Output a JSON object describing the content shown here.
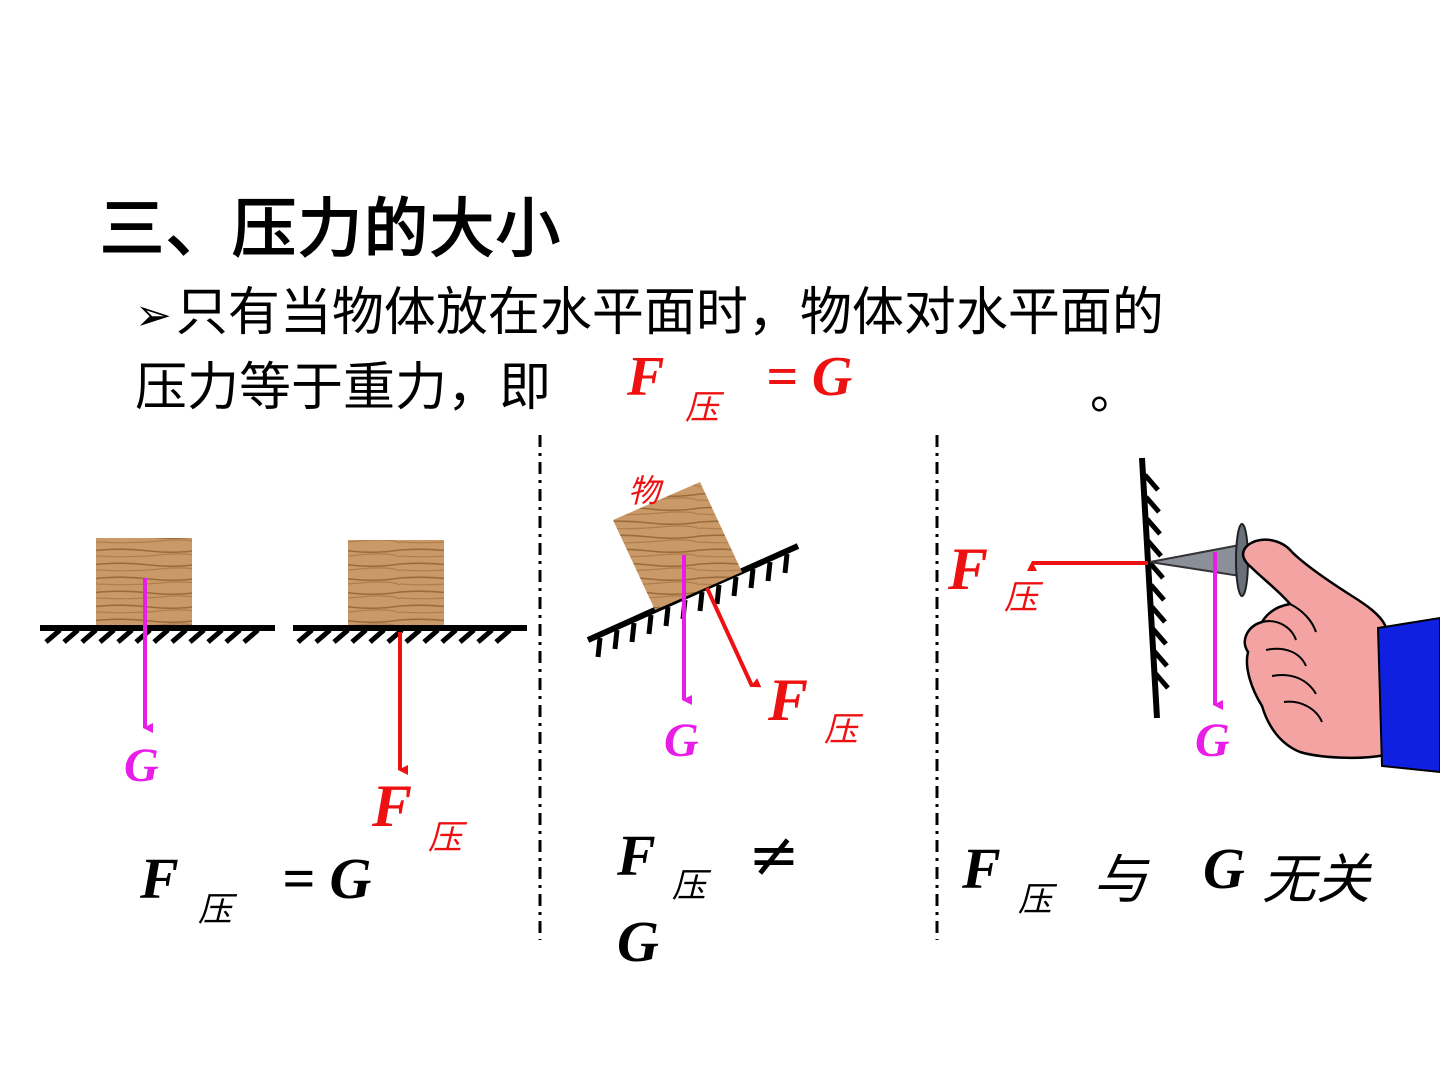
{
  "heading": "三、压力的大小",
  "statement": {
    "bullet": "➢",
    "line1": "只有当物体放在水平面时，物体对水平面的",
    "line2": "压力等于重力，即",
    "formula_f": "F",
    "formula_sub": "压",
    "formula_rest": "= G",
    "period": "。"
  },
  "panel1": {
    "g_label": "G",
    "f_label": "F",
    "f_sub": "压",
    "conclusion_f": "F",
    "conclusion_sub": "压",
    "conclusion_rest": "= G"
  },
  "panel2": {
    "object_label": "物",
    "g_label": "G",
    "f_label": "F",
    "f_sub": "压",
    "conclusion_f": "F",
    "conclusion_sub": "压",
    "conclusion_neq": "≠",
    "conclusion_g": "G"
  },
  "panel3": {
    "f_label": "F",
    "f_sub": "压",
    "g_label": "G",
    "conclusion_f": "F",
    "conclusion_sub": "压",
    "conclusion_mid": "与",
    "conclusion_g": "G",
    "conclusion_end": "无关"
  },
  "colors": {
    "gravity": "#e81ee8",
    "pressure": "#ee1111",
    "wood": "#c89a66",
    "sleeve": "#1020e0",
    "skin": "#f4a3a3"
  },
  "icons": [
    "wood-block-icon",
    "hatched-surface-icon",
    "hand-icon",
    "thumbtack-icon",
    "wall-icon"
  ]
}
